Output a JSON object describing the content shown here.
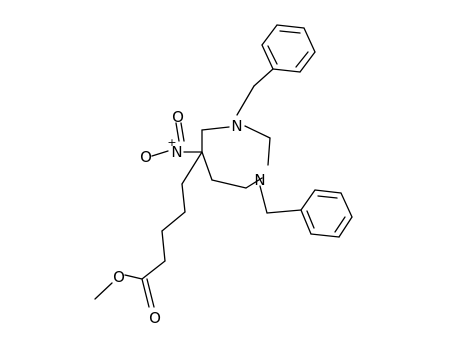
{
  "molecule": {
    "atoms": {
      "n_upper": "N",
      "n_lower": "N",
      "n_nitro": "N",
      "o_nitro_top": "O",
      "o_nitro_left": "O",
      "o_ester_single": "O",
      "o_ester_double": "O"
    },
    "charges": {
      "nitro_n_plus": "+"
    },
    "colors": {
      "bond": "#000000",
      "background": "#ffffff"
    }
  }
}
